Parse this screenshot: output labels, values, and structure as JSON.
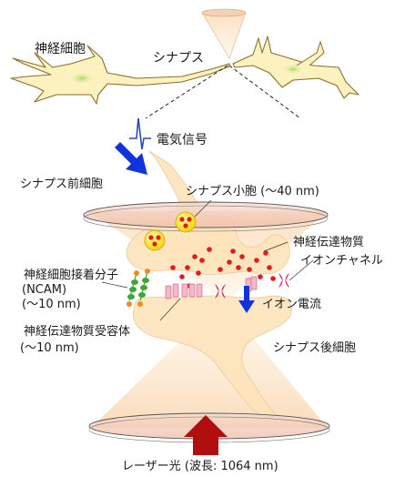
{
  "labels": {
    "neuron": "神経細胞",
    "synapse": "シナプス",
    "electric_signal": "電気信号",
    "presynaptic_cell": "シナプス前細胞",
    "synaptic_vesicle": "シナプス小胞 (〜40 nm)",
    "neurotransmitter": "神経伝達物質",
    "ncam_line1": "神経細胞接着分子",
    "ncam_line2": "(NCAM)",
    "ncam_line3": "(〜10 nm)",
    "ion_channel": "イオンチャネル",
    "ion_current": "イオン電流",
    "receptor_line1": "神経伝達物質受容体",
    "receptor_line2": "(〜10 nm)",
    "postsynaptic_cell": "シナプス後細胞",
    "laser": "レーザー光 (波長: 1064 nm)"
  },
  "colors": {
    "cell_fill": "#fde3b8",
    "cone_fill": "#f7c48f",
    "disk_fill": "#f3d2c4",
    "vesicle_fill": "#f5e21a",
    "dot_red": "#e21b1b",
    "arrow_blue": "#1133dd",
    "arrow_red": "#b00f0f",
    "ncam_green": "#3fa535",
    "ncam_orange": "#f08a24",
    "receptor_pink": "#f6b7c8",
    "channel_magenta": "#d6246a",
    "neuron_fill": "#fbf2c0",
    "neuron_outline": "#8b6e2a",
    "nucleus_green": "#b6e27a"
  }
}
